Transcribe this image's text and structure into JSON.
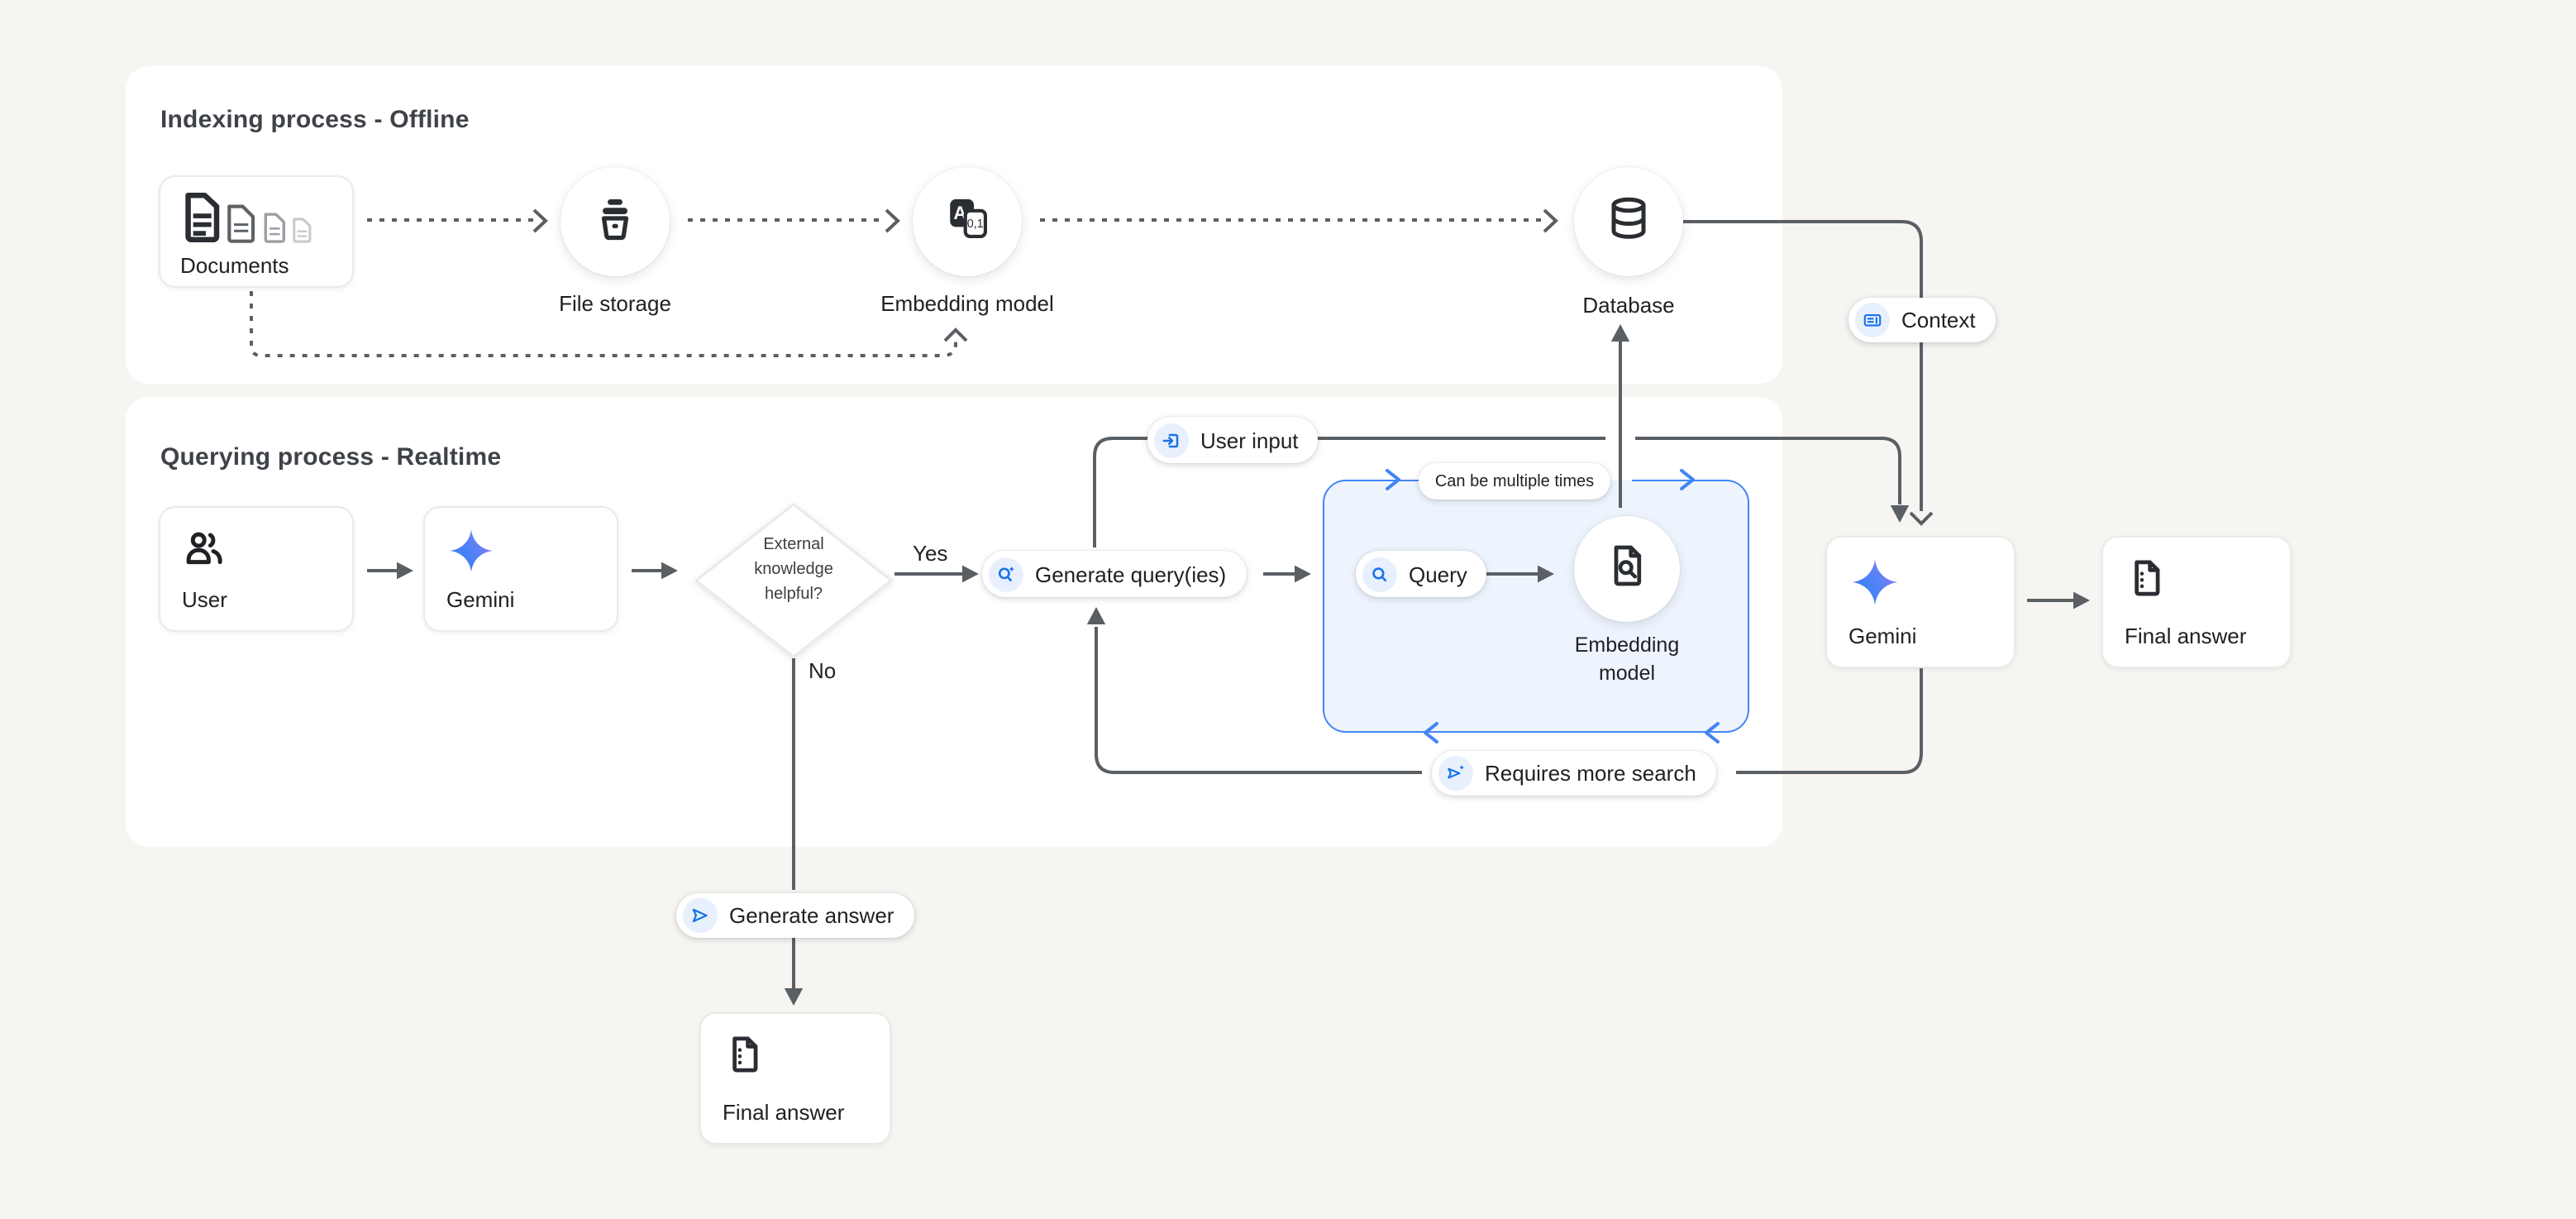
{
  "panels": {
    "indexing": {
      "title": "Indexing process - Offline"
    },
    "querying": {
      "title": "Querying process - Realtime"
    }
  },
  "nodes": {
    "documents": {
      "label": "Documents"
    },
    "file_storage": {
      "label": "File storage"
    },
    "embedding_model_offline": {
      "label": "Embedding model"
    },
    "database": {
      "label": "Database"
    },
    "user": {
      "label": "User"
    },
    "gemini": {
      "label": "Gemini"
    },
    "decision": {
      "line1": "External",
      "line2": "knowledge",
      "line3": "helpful?"
    },
    "generate_queries": {
      "label": "Generate query(ies)"
    },
    "query": {
      "label": "Query"
    },
    "embedding_model_realtime": {
      "line1": "Embedding",
      "line2": "model"
    },
    "gemini_final": {
      "label": "Gemini"
    },
    "final_answer_right": {
      "label": "Final answer"
    },
    "final_answer_bottom": {
      "label": "Final answer"
    }
  },
  "edge_labels": {
    "yes": "Yes",
    "no": "No",
    "user_input": "User input",
    "context": "Context",
    "can_be_multiple_times": "Can be multiple times",
    "requires_more_search": "Requires more search",
    "generate_answer": "Generate answer"
  },
  "embedding_icon": {
    "letter": "A",
    "digits": "0,1"
  },
  "colors": {
    "background": "#f6f5f2",
    "panel": "#ffffff",
    "connector": "#5a5f64",
    "accent_blue": "#4285f4",
    "icon_blue": "#1a73e8",
    "chip_background": "#e8f0fe",
    "loop_box_background": "#eef4fd",
    "text_primary": "#202124",
    "gemini_gradient_start": "#2e7df7",
    "gemini_gradient_end": "#9b72f9"
  }
}
